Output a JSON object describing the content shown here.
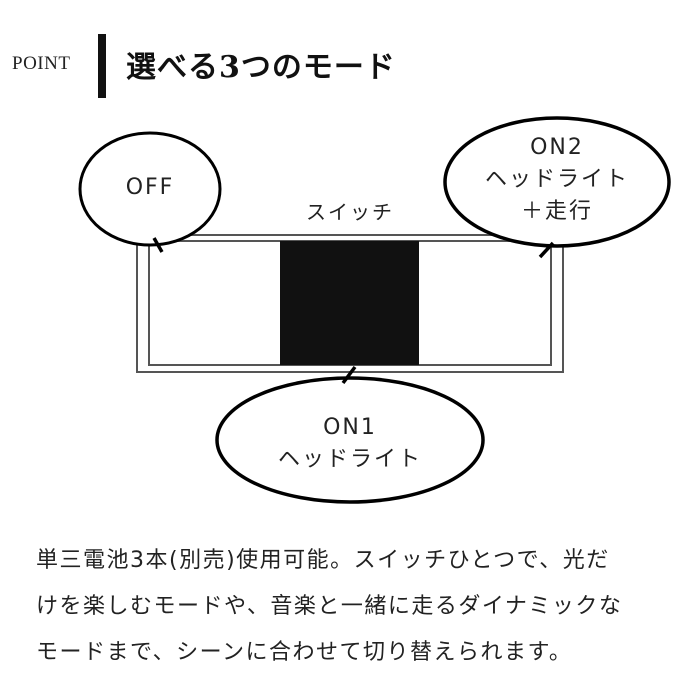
{
  "header": {
    "point_label": "POINT",
    "title": "選べる3つのモード"
  },
  "diagram": {
    "switch_label": "スイッチ",
    "modes": [
      {
        "id": "off",
        "lines": [
          "OFF"
        ]
      },
      {
        "id": "on2",
        "lines": [
          "ON2",
          "ヘッドライト",
          "＋走行"
        ]
      },
      {
        "id": "on1",
        "lines": [
          "ON1",
          "ヘッドライト"
        ]
      }
    ],
    "colors": {
      "knob": "#111111",
      "frame": "#555555",
      "outline": "#000000"
    }
  },
  "description": {
    "lines": [
      "単三電池3本(別売)使用可能。スイッチひとつで、光だ",
      "けを楽しむモードや、音楽と一緒に走るダイナミックな",
      "モードまで、シーンに合わせて切り替えられます。"
    ]
  }
}
